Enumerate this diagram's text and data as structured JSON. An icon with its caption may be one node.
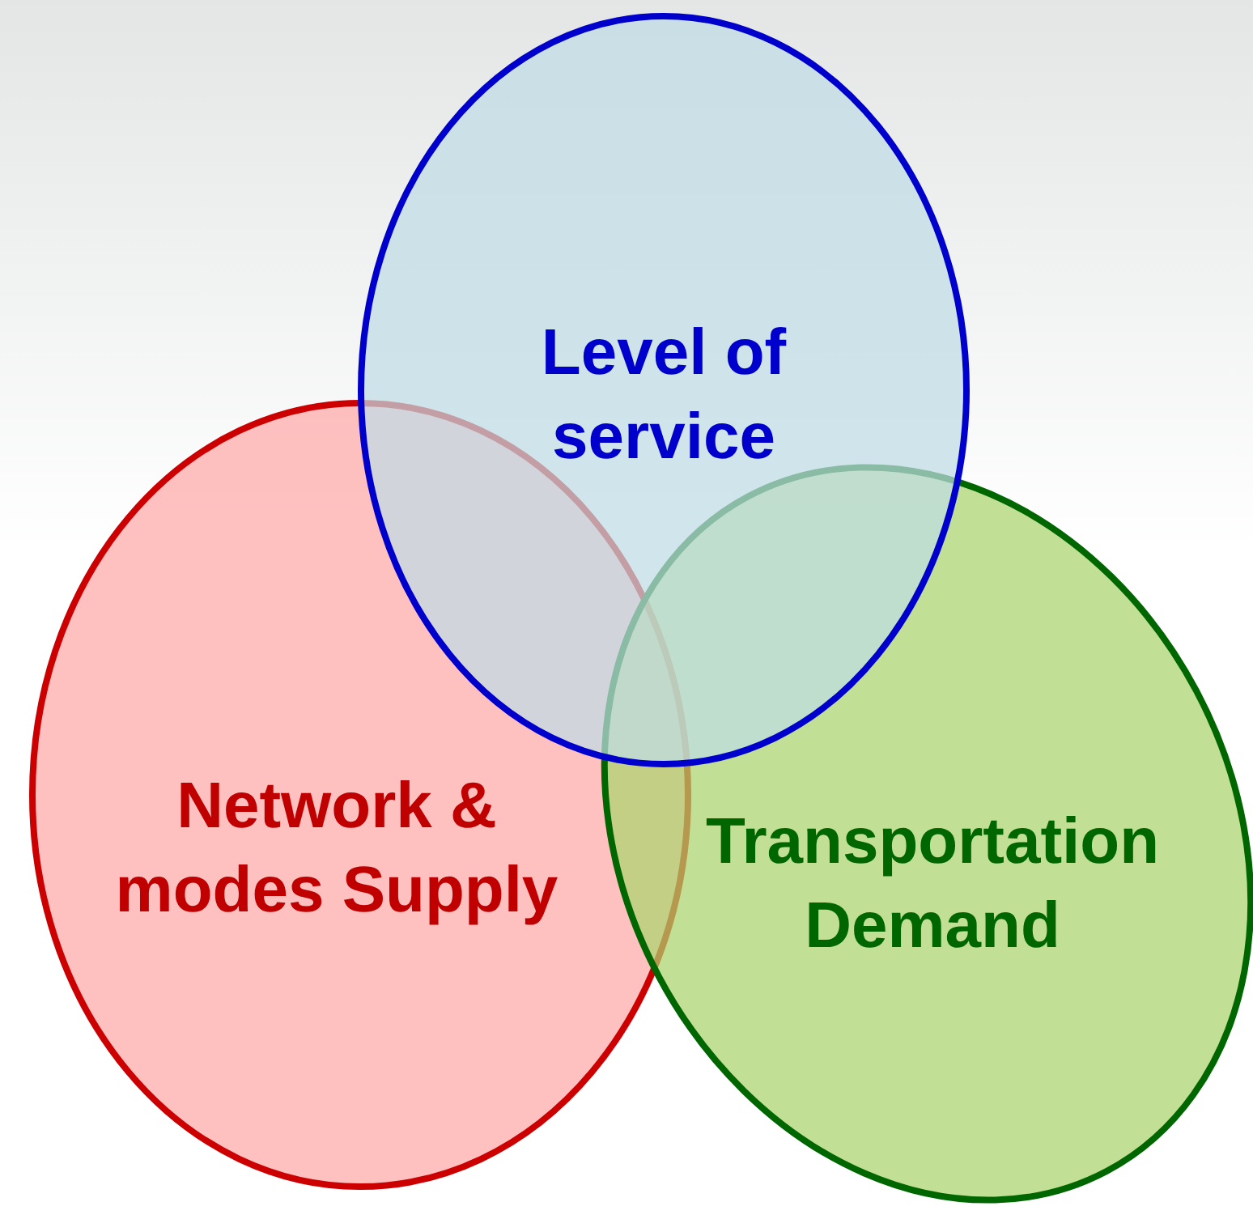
{
  "diagram": {
    "nodes": [
      {
        "text": [
          "Level of service"
        ]
      },
      {
        "text": [
          "Network & modes Supply"
        ]
      },
      {
        "text": [
          "Transportation Demand"
        ]
      }
    ]
  }
}
